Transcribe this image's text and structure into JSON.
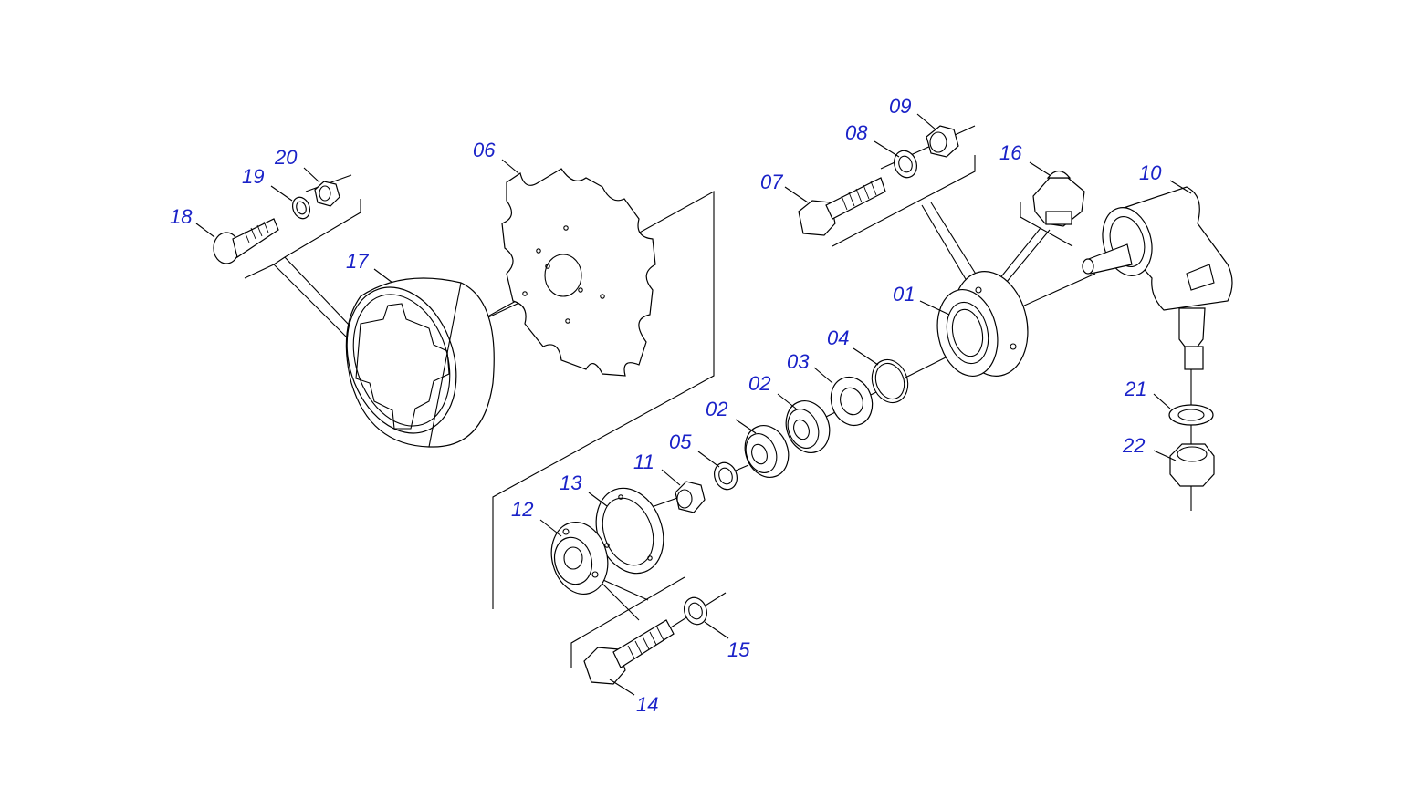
{
  "diagram": {
    "labels": {
      "p01": "01",
      "p02a": "02",
      "p02b": "02",
      "p03": "03",
      "p04": "04",
      "p05": "05",
      "p06": "06",
      "p07": "07",
      "p08": "08",
      "p09": "09",
      "p10": "10",
      "p11": "11",
      "p12": "12",
      "p13": "13",
      "p14": "14",
      "p15": "15",
      "p16": "16",
      "p17": "17",
      "p18": "18",
      "p19": "19",
      "p20": "20",
      "p21": "21",
      "p22": "22"
    },
    "colors": {
      "label": "#1a22c8",
      "line": "#000000",
      "background": "#ffffff"
    }
  }
}
